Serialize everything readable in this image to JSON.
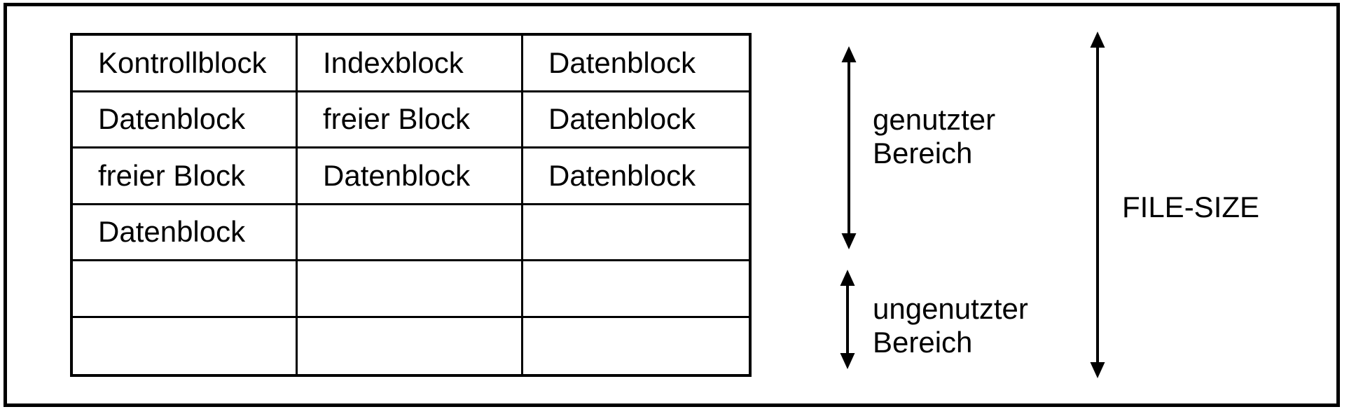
{
  "table": {
    "rows": [
      [
        "Kontrollblock",
        "Indexblock",
        "Datenblock"
      ],
      [
        "Datenblock",
        "freier Block",
        "Datenblock"
      ],
      [
        "freier Block",
        "Datenblock",
        "Datenblock"
      ],
      [
        "Datenblock",
        "",
        ""
      ],
      [
        "",
        "",
        ""
      ],
      [
        "",
        "",
        ""
      ]
    ]
  },
  "annotations": {
    "used_area": [
      "genutzter",
      "Bereich"
    ],
    "unused_area": [
      "ungenutzter",
      "Bereich"
    ],
    "file_size": "FILE-SIZE"
  },
  "colors": {
    "border": "#000000",
    "background": "#ffffff",
    "text": "#000000"
  }
}
